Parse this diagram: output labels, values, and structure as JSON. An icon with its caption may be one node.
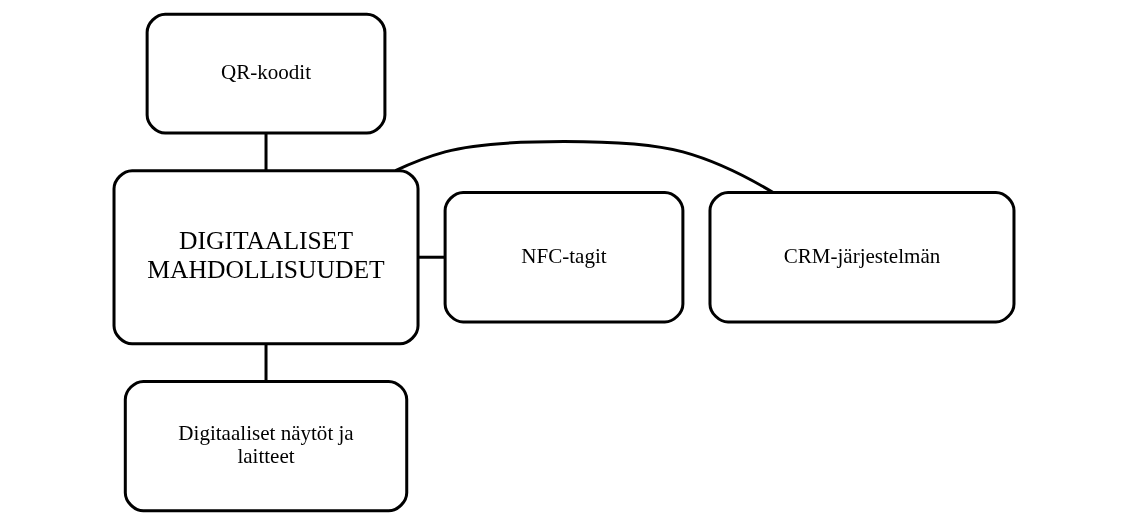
{
  "diagram": {
    "nodes": [
      {
        "text": [
          "QR-koodit"
        ]
      },
      {
        "text": [
          "CRM-järjestelmän"
        ]
      },
      {
        "text": [
          "DIGITAALISET MAHDOLLISUUDET"
        ]
      },
      {
        "text": [
          "NFC-tagit"
        ]
      },
      {
        "text": [
          "Digitaaliset näytöt ja laitteet"
        ]
      }
    ],
    "edges": [
      {
        "from": 0,
        "to": 2,
        "arrow": "none"
      },
      {
        "from": 2,
        "to": 1,
        "arrow": "none"
      },
      {
        "from": 2,
        "to": 3,
        "arrow": "none"
      },
      {
        "from": 2,
        "to": 4,
        "arrow": "none"
      }
    ]
  }
}
